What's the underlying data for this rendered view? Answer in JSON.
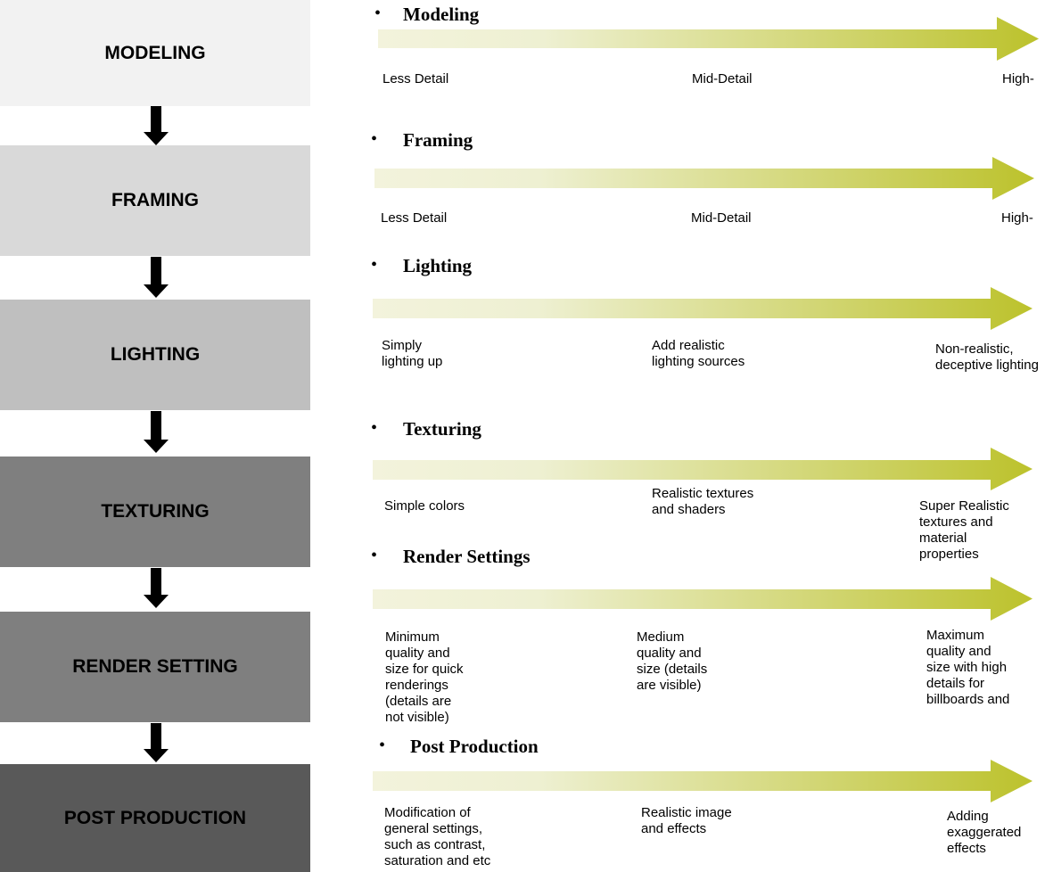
{
  "colors": {
    "arrow_start": "#f3f3dc",
    "arrow_end": "#bcc22c"
  },
  "steps": [
    {
      "box_label": "MODELING",
      "box_color": "#f2f2f2",
      "heading": "Modeling",
      "labels": [
        "Less Detail",
        "Mid-Detail",
        "High-"
      ]
    },
    {
      "box_label": "FRAMING",
      "box_color": "#d9d9d9",
      "heading": "Framing",
      "labels": [
        "Less Detail",
        "Mid-Detail",
        "High-"
      ]
    },
    {
      "box_label": "LIGHTING",
      "box_color": "#bfbfbf",
      "heading": "Lighting",
      "labels": [
        "Simply\nlighting up",
        "Add realistic\nlighting sources",
        "Non-realistic,\ndeceptive lighting"
      ]
    },
    {
      "box_label": "TEXTURING",
      "box_color": "#7f7f7f",
      "heading": "Texturing",
      "labels": [
        "Simple colors",
        "Realistic textures\nand shaders",
        "Super Realistic\ntextures and\nmaterial\nproperties"
      ]
    },
    {
      "box_label": "RENDER SETTING",
      "box_color": "#7f7f7f",
      "heading": "Render Settings",
      "labels": [
        "Minimum\nquality and\nsize for quick\nrenderings\n(details are\nnot visible)",
        "Medium\nquality and\nsize (details\nare visible)",
        "Maximum\nquality and\nsize with high\ndetails for\nbillboards and"
      ]
    },
    {
      "box_label": "POST PRODUCTION",
      "box_color": "#595959",
      "heading": "Post Production",
      "labels": [
        "Modification of\ngeneral settings,\nsuch as contrast,\nsaturation and etc",
        "Realistic image\nand effects",
        "Adding\nexaggerated\neffects"
      ]
    }
  ]
}
